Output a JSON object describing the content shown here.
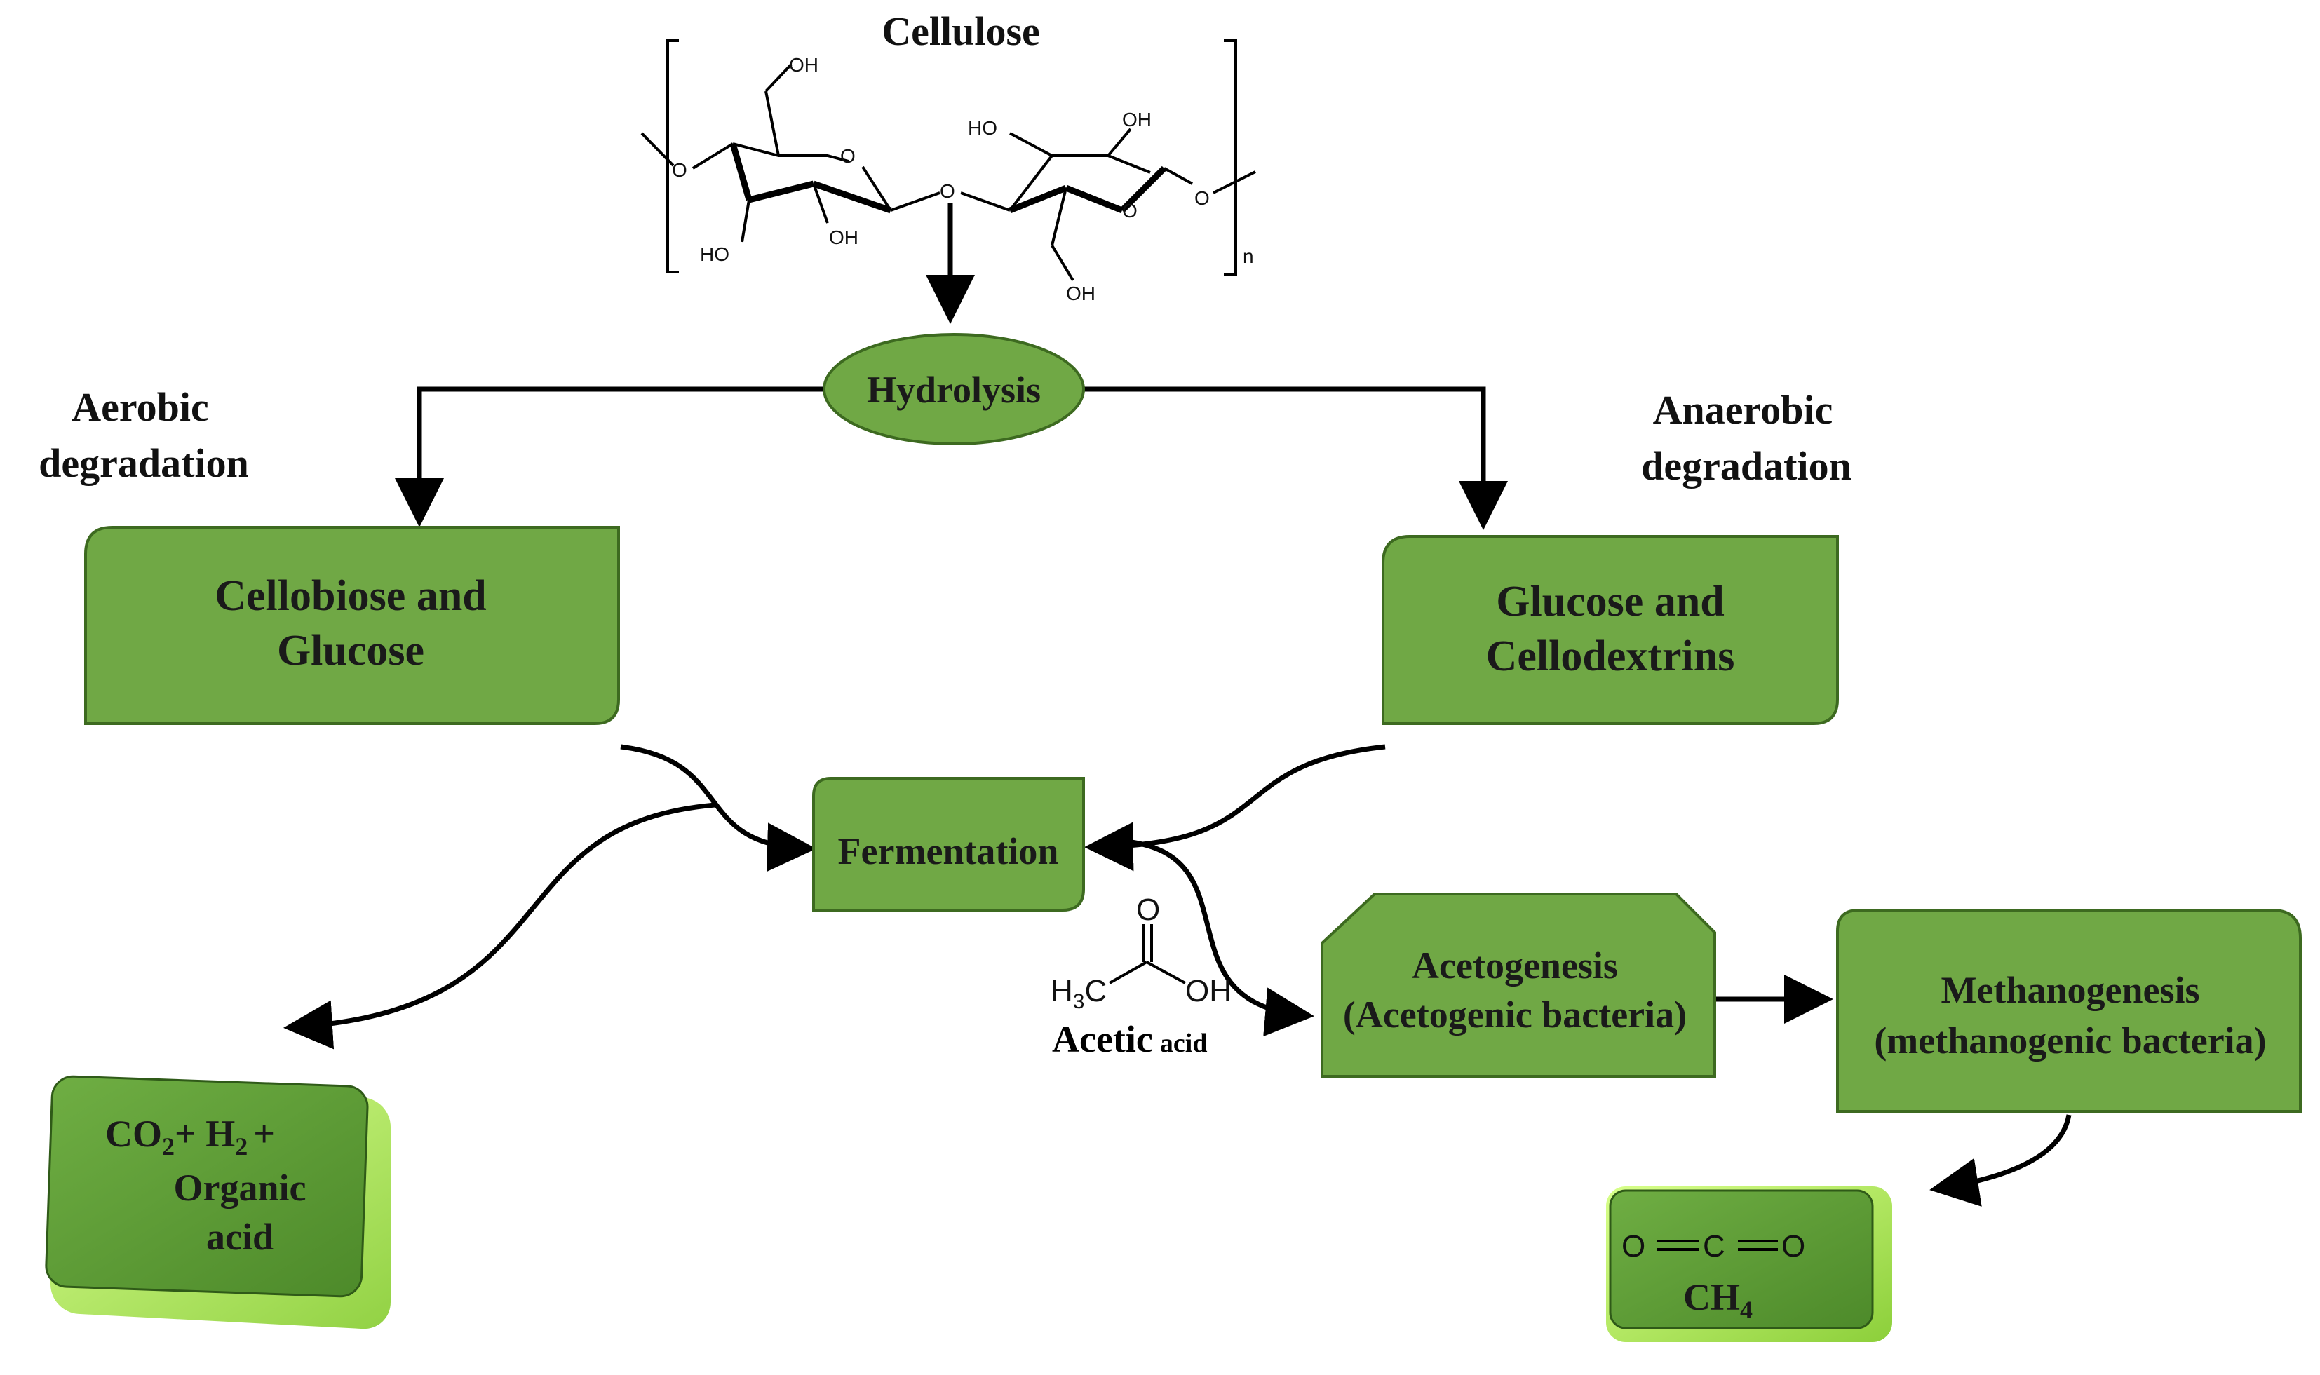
{
  "title": "Cellulose",
  "polymer_subscript": "n",
  "cellulose_groups": {
    "oh_top_left": "OH",
    "ho_bottom_left": "HO",
    "oh_bottom_mid": "OH",
    "ho_top_right": "HO",
    "oh_top_right": "OH",
    "oh_bottom_right": "OH"
  },
  "hydrolysis": "Hydrolysis",
  "aerobic": {
    "line1": "Aerobic",
    "line2": "degradation"
  },
  "anaerobic": {
    "line1": "Anaerobic",
    "line2": "degradation"
  },
  "box_left": {
    "line1": "Cellobiose  and",
    "line2": "Glucose"
  },
  "box_right": {
    "line1": "Glucose and",
    "line2": "Cellodextrins"
  },
  "fermentation": "Fermentation",
  "acetogenesis": {
    "line1": "Acetogenesis",
    "line2": "(Acetogenic bacteria)"
  },
  "methanogenesis": {
    "line1": "Methanogenesis",
    "line2": "(methanogenic bacteria)"
  },
  "acetic_acid": {
    "h3c_main": "H",
    "h3c_sub": "3",
    "h3c_tail": "C",
    "oh": "OH",
    "carbonyl_o": "O",
    "label_main": "Acetic",
    "label_small": "acid"
  },
  "product_left": {
    "co_main": "CO",
    "co_sub": "2",
    "plus1": "+ H",
    "h_sub": "2",
    "plus2": "+",
    "line2": "Organic",
    "line3": "acid"
  },
  "product_right": {
    "o_left": "O",
    "c_mid": "C",
    "o_right": "O",
    "ch_main": "CH",
    "ch_sub": "4"
  },
  "colors": {
    "box_fill": "#70a845",
    "box_stroke": "#3d6a20",
    "product_fill": "#5f9a3a",
    "product_glow": "#b6ec5a",
    "text": "#1a1a1a"
  }
}
